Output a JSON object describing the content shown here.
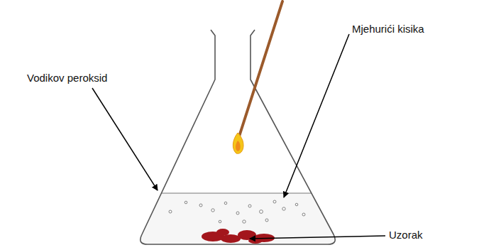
{
  "diagram": {
    "labels": [
      "Vodikov peroksid",
      "Mjehurići kisika",
      "Uzorak"
    ]
  }
}
